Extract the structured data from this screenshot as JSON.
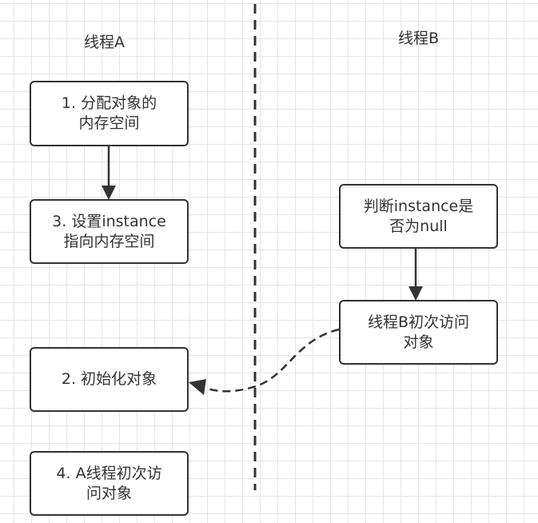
{
  "lanes": {
    "a_title": "线程A",
    "b_title": "线程B"
  },
  "steps": {
    "a1": "1. 分配对象的\n内存空间",
    "a3": "3. 设置instance\n指向内存空间",
    "a2": "2. 初始化对象",
    "a4": "4. A线程初次访\n问对象",
    "b_check": "判断instance是\n否为null",
    "b_access": "线程B初次访问\n对象"
  },
  "colors": {
    "stroke": "#333333",
    "grid": "#e6e6e6",
    "background": "#ffffff"
  }
}
